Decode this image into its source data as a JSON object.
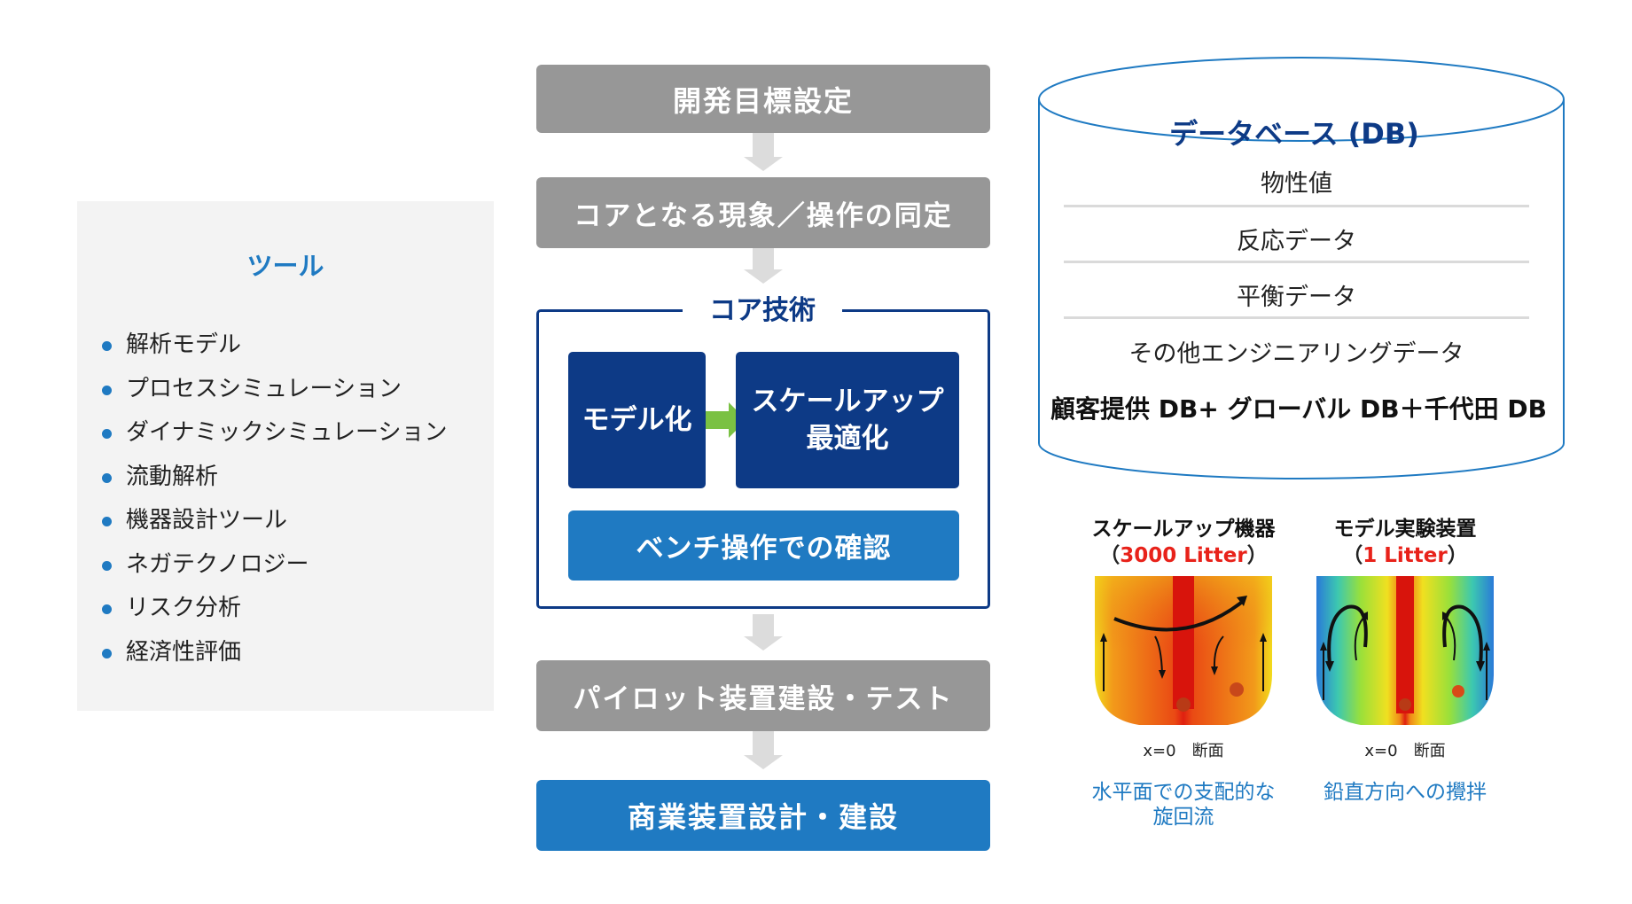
{
  "tools": {
    "title": "ツール",
    "items": [
      "解析モデル",
      "プロセスシミュレーション",
      "ダイナミックシミュレーション",
      "流動解析",
      "機器設計ツール",
      "ネガテクノロジー",
      "リスク分析",
      "経済性評価"
    ]
  },
  "flow": {
    "step1": "開発目標設定",
    "step2": "コアとなる現象／操作の同定",
    "core_title": "コア技術",
    "model": "モデル化",
    "scaleup_line1": "スケールアップ",
    "scaleup_line2": "最適化",
    "bench": "ベンチ操作での確認",
    "step3": "パイロット装置建設・テスト",
    "step4": "商業装置設計・建設"
  },
  "database": {
    "title": "データベース (DB)",
    "rows": [
      "物性値",
      "反応データ",
      "平衡データ",
      "その他エンジニアリングデータ"
    ],
    "summary": "顧客提供 DB+ グローバル DB＋千代田 DB"
  },
  "simulations": {
    "left": {
      "title": "スケールアップ機器",
      "paren_open": "（",
      "size": "3000 Litter",
      "paren_close": "）",
      "caption": "x=0　断面",
      "desc_line1": "水平面での支配的な",
      "desc_line2": "旋回流"
    },
    "right": {
      "title": "モデル実験装置",
      "paren_open": "（",
      "size": "1 Litter",
      "paren_close": "）",
      "caption": "x=0　断面",
      "desc_line1": "鉛直方向への攪拌"
    }
  },
  "colors": {
    "accent_blue": "#1f7ac2",
    "navy": "#0d3a86",
    "gray_box": "#979797",
    "arrow_green": "#7ac143",
    "highlight_red": "#e8221a"
  }
}
